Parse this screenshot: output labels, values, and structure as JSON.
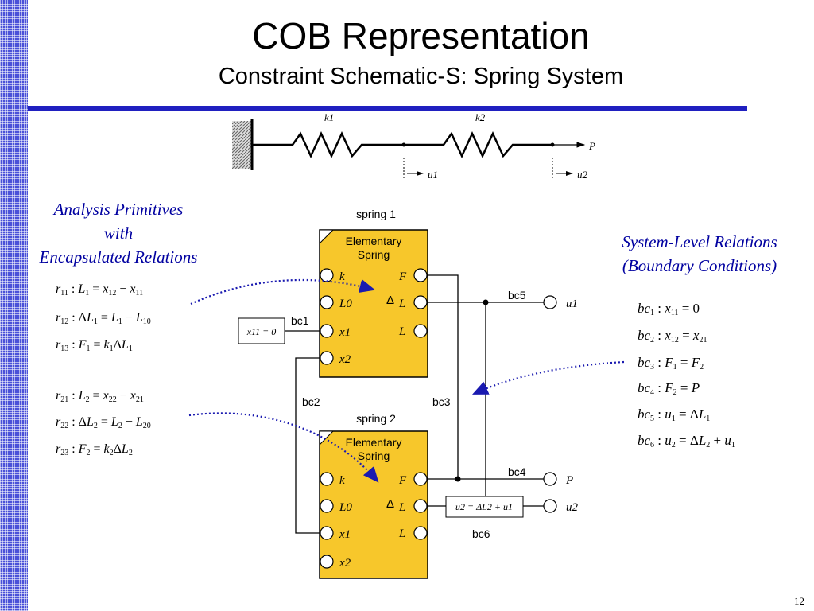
{
  "slide": {
    "title": "COB Representation",
    "subtitle": "Constraint Schematic-S: Spring System",
    "page_number": "12"
  },
  "colors": {
    "accent_blue": "#2020c0",
    "heading_blue": "#0000a0",
    "block_fill": "#f7c72b",
    "side_strip": "#4a50d8"
  },
  "left_panel": {
    "heading_lines": [
      "Analysis Primitives",
      "with",
      "Encapsulated Relations"
    ],
    "spring1_relations": [
      {
        "id": "r11",
        "body": "L1 = x12 − x11"
      },
      {
        "id": "r12",
        "body": "ΔL1 = L1 − L10"
      },
      {
        "id": "r13",
        "body": "F1 = k1ΔL1"
      }
    ],
    "spring2_relations": [
      {
        "id": "r21",
        "body": "L2 = x22 − x21"
      },
      {
        "id": "r22",
        "body": "ΔL2 = L2 − L20"
      },
      {
        "id": "r23",
        "body": "F2 = k2ΔL2"
      }
    ]
  },
  "right_panel": {
    "heading_lines": [
      "System-Level Relations",
      "(Boundary Conditions)"
    ],
    "boundary_conditions": [
      {
        "id": "bc1",
        "body": "x11 = 0"
      },
      {
        "id": "bc2",
        "body": "x12 = x21"
      },
      {
        "id": "bc3",
        "body": "F1 = F2"
      },
      {
        "id": "bc4",
        "body": "F2 = P"
      },
      {
        "id": "bc5",
        "body": "u1 = ΔL1"
      },
      {
        "id": "bc6",
        "body": "u2 = ΔL2 + u1"
      }
    ]
  },
  "spring_sketch": {
    "k1": "k1",
    "k2": "k2",
    "load": "P",
    "u1": "u1",
    "u2": "u2"
  },
  "schematic": {
    "spring1_caption": "spring 1",
    "spring2_caption": "spring 2",
    "block_title_line1": "Elementary",
    "block_title_line2": "Spring",
    "left_ports": [
      "k",
      "L0",
      "x1",
      "x2"
    ],
    "right_ports": [
      "F",
      "L",
      "L"
    ],
    "delta_symbol": "Δ",
    "bc_labels": {
      "bc1": "bc1",
      "bc2": "bc2",
      "bc3": "bc3",
      "bc4": "bc4",
      "bc5": "bc5",
      "bc6": "bc6"
    },
    "bc1_box": "x11 = 0",
    "bc6_box": "u2 = ΔL2 + u1",
    "outputs": {
      "u1": "u1",
      "P": "P",
      "u2": "u2"
    }
  }
}
